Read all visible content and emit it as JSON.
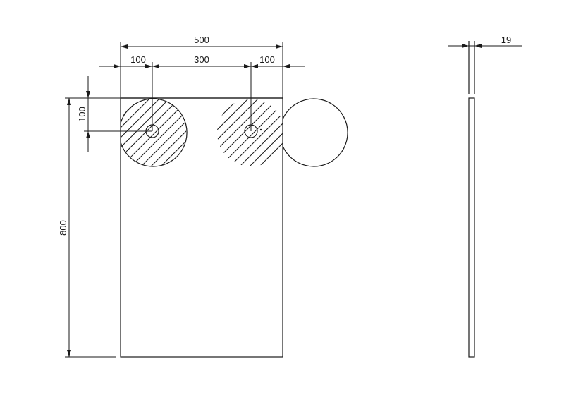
{
  "drawing": {
    "dimensions": {
      "overall_width": "500",
      "left_offset": "100",
      "hole_spacing": "300",
      "right_offset": "100",
      "top_offset": "100",
      "overall_height": "800",
      "thickness": "19"
    }
  }
}
